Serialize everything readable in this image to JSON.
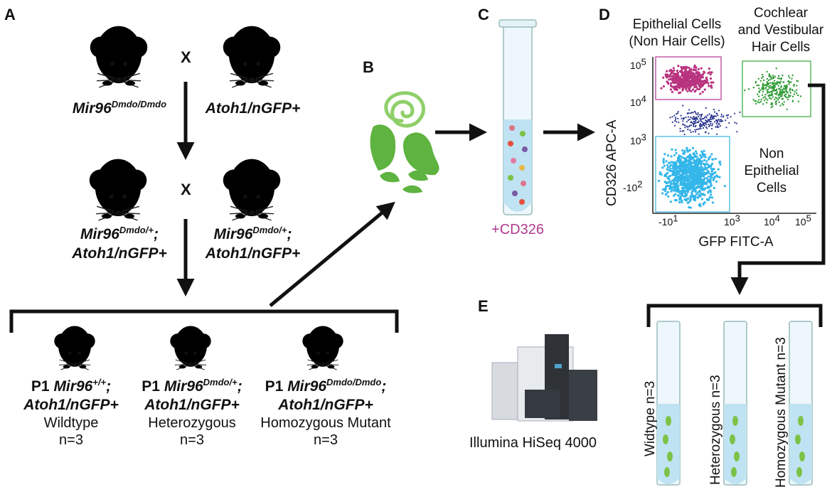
{
  "panels": {
    "a": "A",
    "b": "B",
    "c": "C",
    "d": "D",
    "e": "E"
  },
  "cross": {
    "x1": "X",
    "x2": "X"
  },
  "genotypes": {
    "mir96_dmdo_base": "Mir96",
    "dmdo_dmdo_sup": "Dmdo/Dmdo",
    "atoh1": "Atoh1/nGFP+",
    "het_base": "Mir96",
    "het_sup": "Dmdo/+",
    "het_suffix": ";",
    "p1": "P1",
    "wt_sup": "+/+",
    "semicolon": ";"
  },
  "offspring": [
    {
      "label": "Wildtype",
      "n": "n=3"
    },
    {
      "label": "Heterozygous",
      "n": "n=3"
    },
    {
      "label": "Homozygous Mutant",
      "n": "n=3"
    }
  ],
  "tube_c": {
    "reagent": "+CD326",
    "reagent_color": "#b03a8e"
  },
  "facs": {
    "epithelial_label_1": "Epithelial Cells",
    "epithelial_label_2": "(Non Hair Cells)",
    "hair_label_1": "Cochlear",
    "hair_label_2": "and Vestibular",
    "hair_label_3": "Hair Cells",
    "non_label_1": "Non",
    "non_label_2": "Epithelial",
    "non_label_3": "Cells",
    "ylabel": "CD326 APC-A",
    "xlabel": "GFP FITC-A",
    "y_ticks": {
      "t1": "10",
      "t1_sup": "5",
      "t2": "10",
      "t2_sup": "4",
      "t3": "10",
      "t3_sup": "3",
      "t4": "-10",
      "t4_sup": "2"
    },
    "x_ticks": {
      "t1": "-10",
      "t1_sup": "1",
      "t2": "10",
      "t2_sup": "3",
      "t3": "10",
      "t3_sup": "4",
      "t4": "10",
      "t4_sup": "5"
    },
    "colors": {
      "magenta": "#b8337f",
      "cyan": "#34b6ea",
      "green": "#2f9c35",
      "navy": "#2b3590"
    }
  },
  "sequencer": {
    "label": "Illumina HiSeq 4000"
  },
  "tubes_e": [
    {
      "label": "Widtype n=3"
    },
    {
      "label": "Heterozygous n=3"
    },
    {
      "label": "Homozygous Mutant n=3"
    }
  ],
  "colors": {
    "mouse_green": "#7cc33f",
    "mouse_gray": "#6e6e6e",
    "tissue_green": "#5fb340",
    "liquid": "#bfe3f2"
  }
}
